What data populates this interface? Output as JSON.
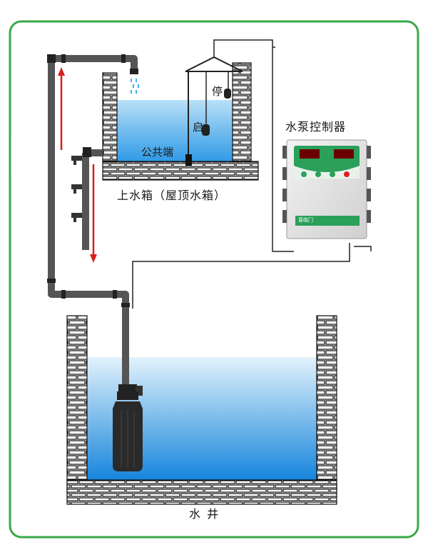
{
  "labels": {
    "upper_tank": "上水箱（屋顶水箱）",
    "common_end": "公共端",
    "stop": "停",
    "start": "启",
    "controller": "水泵控制器",
    "well": "水 井",
    "device_brand": "喜临门"
  },
  "colors": {
    "frame": "#3aa84a",
    "pipe": "#555555",
    "water_top": "#d8eefb",
    "water_bottom": "#1f8fe0",
    "arrow": "#d82020",
    "brick_fill": "#ffffff",
    "brick_line": "#111111"
  }
}
